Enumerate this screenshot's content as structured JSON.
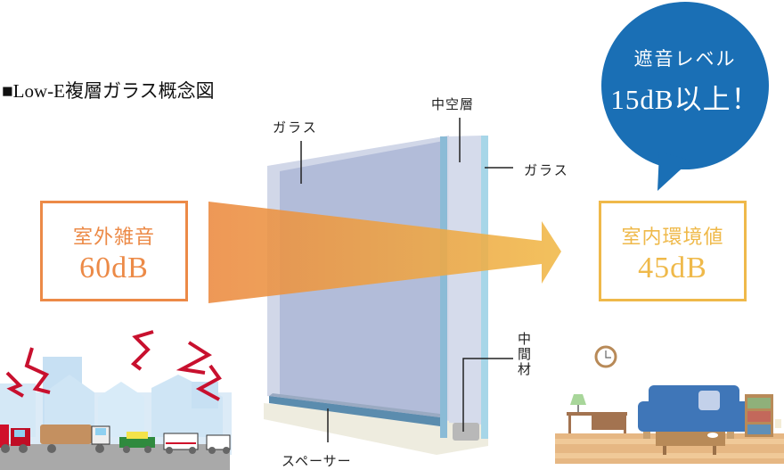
{
  "title": "■Low-E複層ガラス概念図",
  "labels": {
    "glass_left": "ガラス",
    "hollow_layer": "中空層",
    "glass_right": "ガラス",
    "intermediate": "中間材",
    "spacer": "スペーサー"
  },
  "outdoor": {
    "label": "室外雑音",
    "value": "60dB",
    "color": "#ec8a47"
  },
  "indoor": {
    "label": "室内環境値",
    "value": "45dB",
    "color": "#efb94a"
  },
  "bubble": {
    "line1": "遮音レベル",
    "line2": "15dB以上！",
    "color": "#1a6fb5"
  },
  "colors": {
    "glass_pane": "#b2bcd9",
    "glass_edge": "#8fbdd6",
    "arrow_start": "#eb8a40",
    "arrow_end": "#f0b847"
  }
}
